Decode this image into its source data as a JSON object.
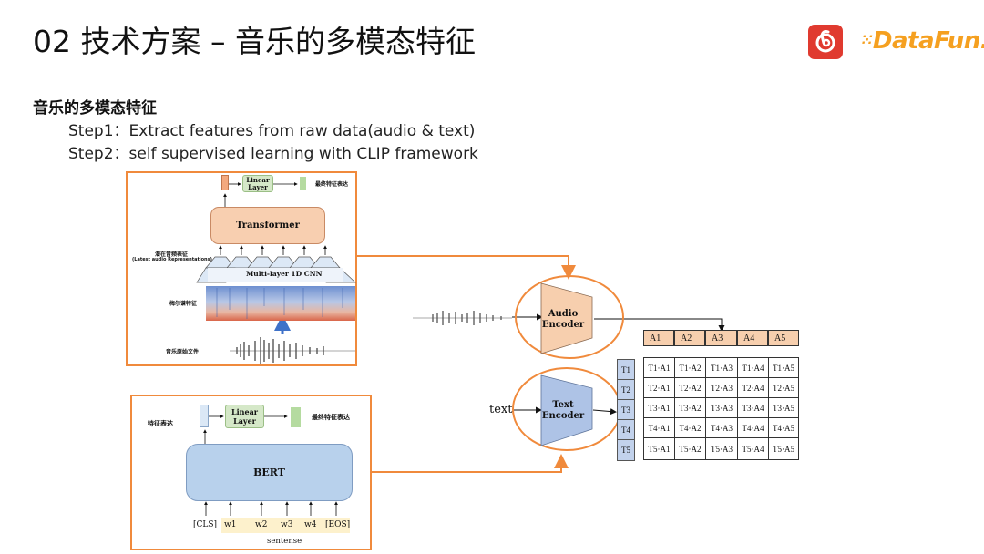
{
  "header": {
    "title": "02 技术方案 – 音乐的多模态特征",
    "logo_text": "DataFun.",
    "logo_icon": "netease-music-icon"
  },
  "section": {
    "heading": "音乐的多模态特征",
    "steps": [
      "Step1：Extract features from raw data(audio & text)",
      "Step2：self supervised learning with CLIP framework"
    ]
  },
  "audio_panel": {
    "linear_layer": "Linear Layer",
    "final_feature": "最终特征表达",
    "transformer": "Transformer",
    "latent_label": "潜在音频表征",
    "latent_label_en": "(Latest audio Representations)",
    "cnn": "Multi-layer 1D CNN",
    "mel_label": "梅尔谱特征",
    "raw_label": "音乐原始文件"
  },
  "text_panel": {
    "feature_label": "特征表达",
    "linear_layer": "Linear Layer",
    "final_feature": "最终特征表达",
    "bert": "BERT",
    "tokens": [
      "[CLS]",
      "w1",
      "w2",
      "w3",
      "w4",
      "[EOS]"
    ],
    "sentence_label": "sentense"
  },
  "encoders": {
    "audio": "Audio Encoder",
    "text": "Text Encoder",
    "text_input": "text"
  },
  "matrix": {
    "audio_headers": [
      "A1",
      "A2",
      "A3",
      "A4",
      "A5"
    ],
    "text_headers": [
      "T1",
      "T2",
      "T3",
      "T4",
      "T5"
    ],
    "rows": [
      [
        "T1·A1",
        "T1·A2",
        "T1·A3",
        "T1·A4",
        "T1·A5"
      ],
      [
        "T2·A1",
        "T2·A2",
        "T2·A3",
        "T2·A4",
        "T2·A5"
      ],
      [
        "T3·A1",
        "T3·A2",
        "T3·A3",
        "T3·A4",
        "T3·A5"
      ],
      [
        "T4·A1",
        "T4·A2",
        "T4·A3",
        "T4·A4",
        "T4·A5"
      ],
      [
        "T5·A1",
        "T5·A2",
        "T5·A3",
        "T5·A4",
        "T5·A5"
      ]
    ]
  },
  "colors": {
    "panel_border": "#f08a3c",
    "encoder_audio": "#f7cfae",
    "encoder_text": "#aec3e6",
    "transformer": "#f8cfb0",
    "bert": "#b8d1ec",
    "linear": "#d5e8c8",
    "logo_red": "#e03a2f",
    "logo_orange": "#f5a020"
  }
}
